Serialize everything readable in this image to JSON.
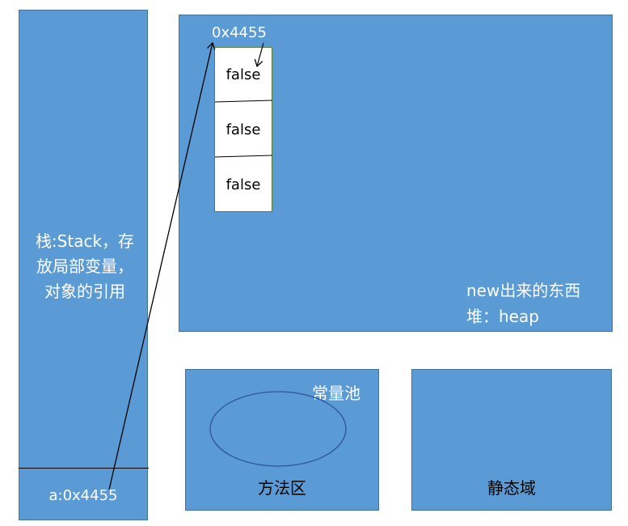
{
  "stack": {
    "label_lines": [
      "栈:Stack，存",
      "放局部变量，",
      "对象的引用"
    ],
    "reference": "a:0x4455"
  },
  "heap": {
    "address": "0x4455",
    "array_values": [
      "false",
      "false",
      "false"
    ],
    "note_line1": "new出来的东西",
    "note_line2": "堆：heap"
  },
  "method_area": {
    "pool_label": "常量池",
    "label": "方法区"
  },
  "static_area": {
    "label": "静态域"
  },
  "colors": {
    "region_fill": "#5b9bd5",
    "region_border": "#41719c",
    "array_border": "#548235",
    "line": "#000000"
  }
}
